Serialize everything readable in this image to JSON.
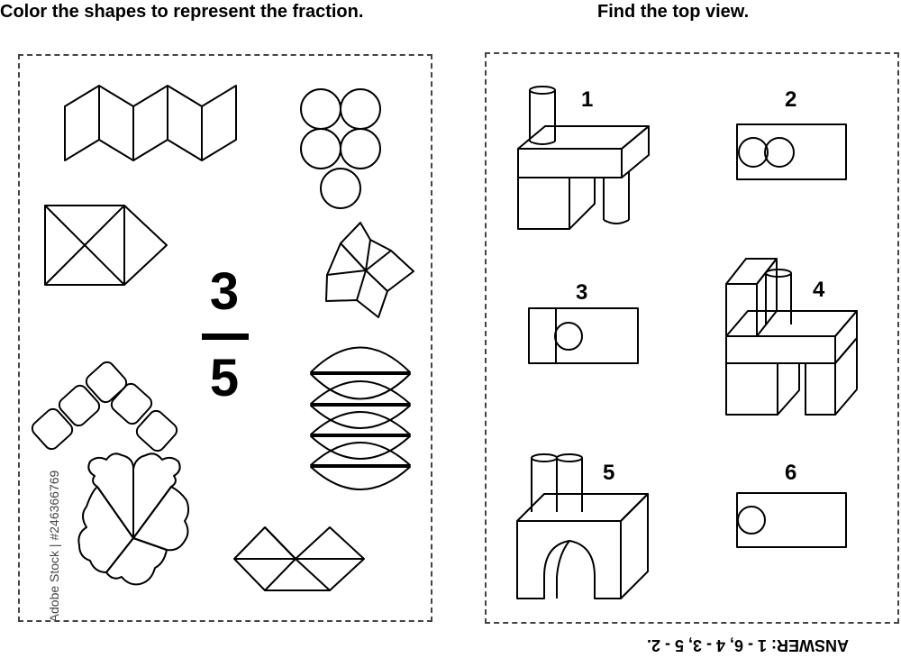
{
  "left_title": "Color the shapes to represent the fraction.",
  "right_title": "Find the top view.",
  "fraction": {
    "numerator": "3",
    "denominator": "5"
  },
  "labels": {
    "l1": "1",
    "l2": "2",
    "l3": "3",
    "l4": "4",
    "l5": "5",
    "l6": "6"
  },
  "answer": "ANSWER: 1 - 6, 4 - 3, 5 - 2.",
  "watermark": "Adobe Stock | #246366769"
}
